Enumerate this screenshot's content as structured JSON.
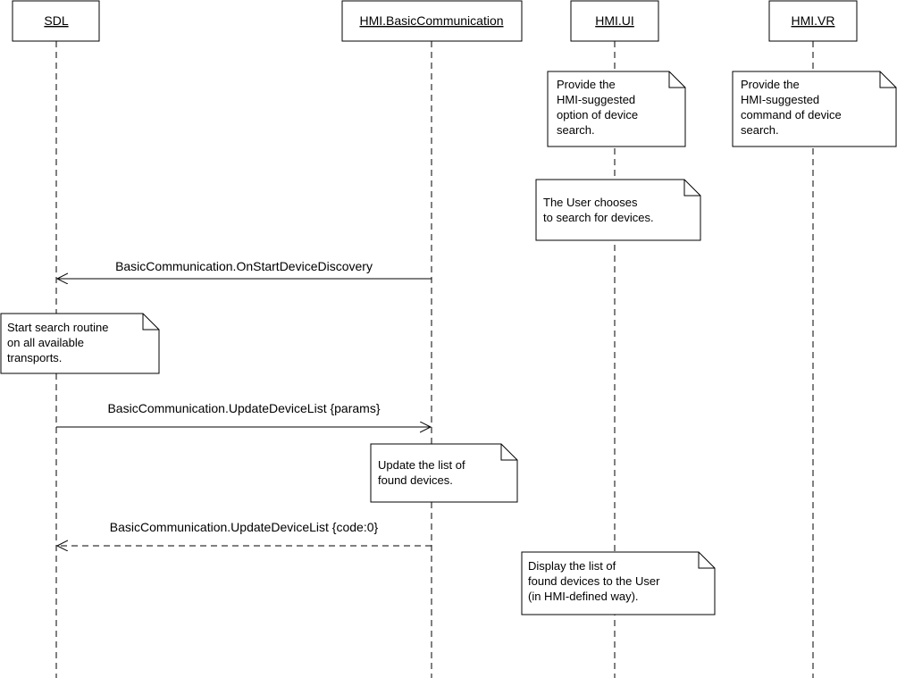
{
  "lifelines": [
    {
      "id": "sdl",
      "label": "SDL"
    },
    {
      "id": "bc",
      "label": "HMI.BasicCommunication"
    },
    {
      "id": "ui",
      "label": "HMI.UI"
    },
    {
      "id": "vr",
      "label": "HMI.VR"
    }
  ],
  "notes": [
    {
      "id": "ui-option",
      "lifeline": "HMI.UI",
      "lines": [
        "Provide the",
        "HMI-suggested",
        "option of device",
        "search."
      ]
    },
    {
      "id": "vr-command",
      "lifeline": "HMI.VR",
      "lines": [
        "Provide the",
        "HMI-suggested",
        "command of device",
        "search."
      ]
    },
    {
      "id": "user-choice",
      "lifeline": "HMI.UI",
      "lines": [
        "The User chooses",
        "to search for devices."
      ]
    },
    {
      "id": "sdl-search",
      "lifeline": "SDL",
      "lines": [
        "Start search routine",
        "on all available",
        "transports."
      ]
    },
    {
      "id": "bc-update",
      "lifeline": "HMI.BasicCommunication",
      "lines": [
        "Update the list of",
        "found devices."
      ]
    },
    {
      "id": "ui-display",
      "lifeline": "HMI.UI",
      "lines": [
        "Display the list of",
        "found devices to the User",
        "(in HMI-defined way)."
      ]
    }
  ],
  "messages": [
    {
      "id": "on-start",
      "from": "HMI.BasicCommunication",
      "to": "SDL",
      "label": "BasicCommunication.OnStartDeviceDiscovery",
      "style": "solid"
    },
    {
      "id": "update-req",
      "from": "SDL",
      "to": "HMI.BasicCommunication",
      "label": "BasicCommunication.UpdateDeviceList {params}",
      "style": "solid"
    },
    {
      "id": "update-resp",
      "from": "HMI.BasicCommunication",
      "to": "SDL",
      "label": "BasicCommunication.UpdateDeviceList {code:0}",
      "style": "dashed"
    }
  ]
}
